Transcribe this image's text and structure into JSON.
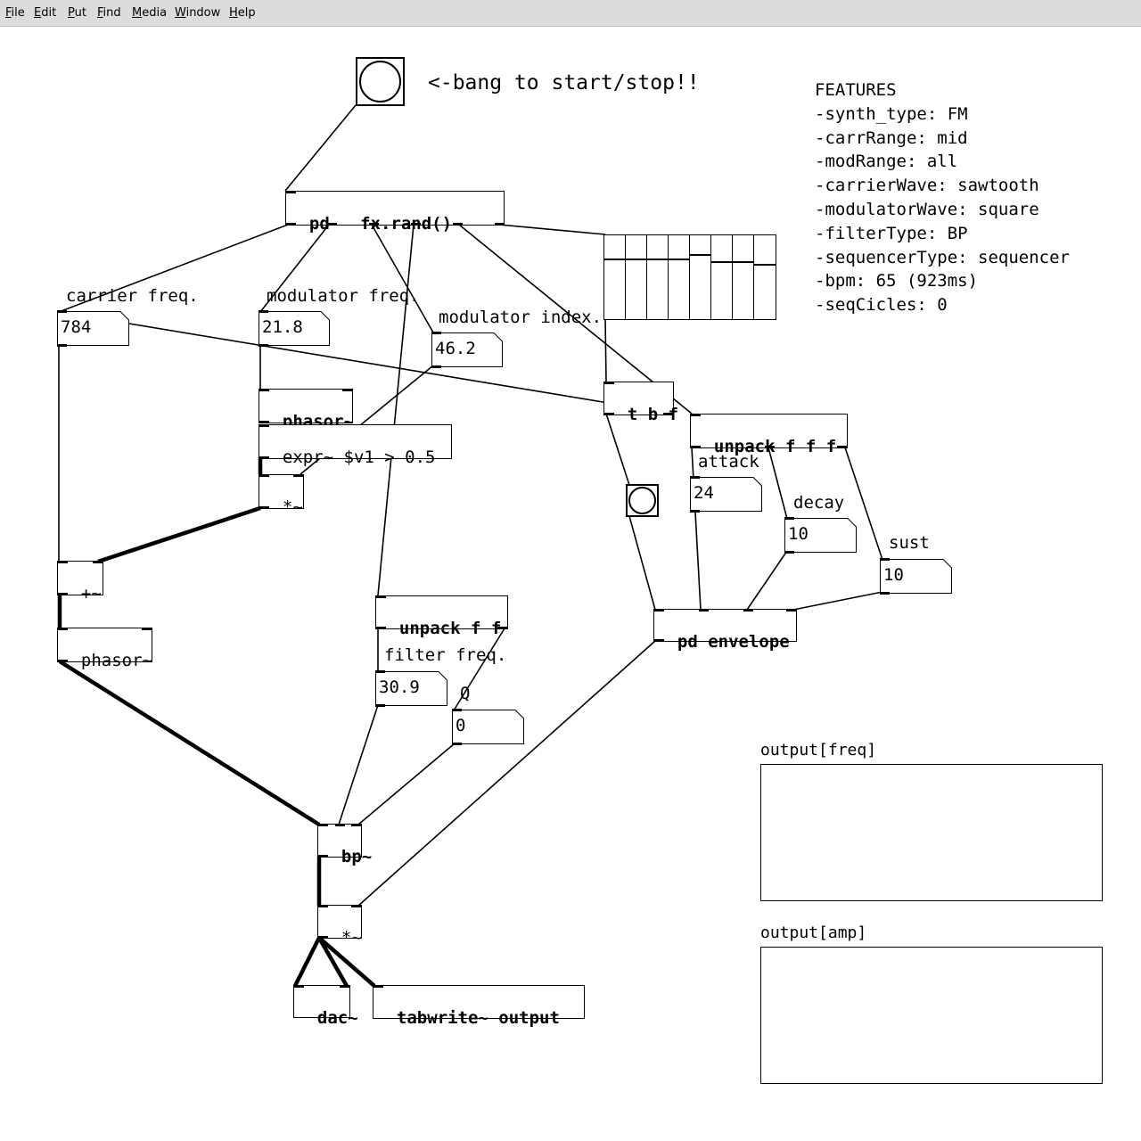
{
  "menu": [
    "File",
    "Edit",
    "Put",
    "Find",
    "Media",
    "Window",
    "Help"
  ],
  "start_comment": "<-bang to start/stop!!",
  "features": {
    "title": "FEATURES",
    "lines": [
      "-synth_type: FM",
      "-carrRange: mid",
      "-modRange: all",
      "-carrierWave: sawtooth",
      "-modulatorWave: square",
      "-filterType: BP",
      "-sequencerType: sequencer",
      "-bpm: 65 (923ms)",
      "-seqCicles: 0"
    ]
  },
  "objects": {
    "fxrand": "pd   fx.rand()",
    "phasor_mod": "phasor~",
    "expr": "expr~ $v1 > 0.5",
    "mul_mod": "*~",
    "add": "+~",
    "phasor_car": "phasor~",
    "tbf": "t b f",
    "unpack_fff": "unpack f f f",
    "unpack_ff": "unpack f f",
    "envelope": "pd envelope",
    "bp": "bp~",
    "mul_out": "*~",
    "dac": "dac~",
    "tabwrite": "tabwrite~ output"
  },
  "labels": {
    "carrier": "carrier freq.",
    "modulator": "modulator freq.",
    "mod_index": "modulator index.",
    "attack": "attack",
    "decay": "decay",
    "sust": "sust",
    "filter": "filter freq.",
    "q": "Q",
    "out_freq": "output[freq]",
    "out_amp": "output[amp]"
  },
  "numbers": {
    "carrier": "784",
    "modulator": "21.8",
    "mod_index": "46.2",
    "attack": "24",
    "decay": "10",
    "sust": "10",
    "filter": "30.9",
    "q": "0"
  },
  "sequencer_levels": [
    0.28,
    0.28,
    0.28,
    0.28,
    0.22,
    0.31,
    0.31,
    0.34
  ]
}
